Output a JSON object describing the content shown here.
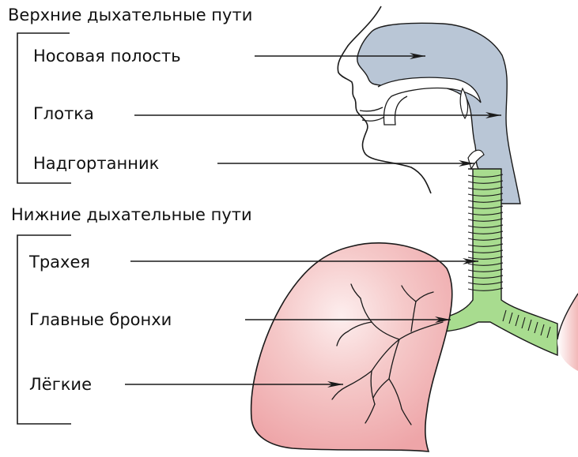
{
  "upper": {
    "title": "Верхние дыхательные пути",
    "nasal_cavity": "Носовая полость",
    "pharynx": "Глотка",
    "epiglottis": "Надгортанник"
  },
  "lower": {
    "title": "Нижние дыхательные пути",
    "trachea": "Трахея",
    "main_bronchi": "Главные бронхи",
    "lungs": "Лёгкие"
  },
  "colors": {
    "upper_airway": "#b9c6d6",
    "trachea": "#a8dc8f",
    "lung": "#f2b8b8",
    "lung_highlight": "#fbe3e3",
    "outline": "#1a1a1a"
  }
}
